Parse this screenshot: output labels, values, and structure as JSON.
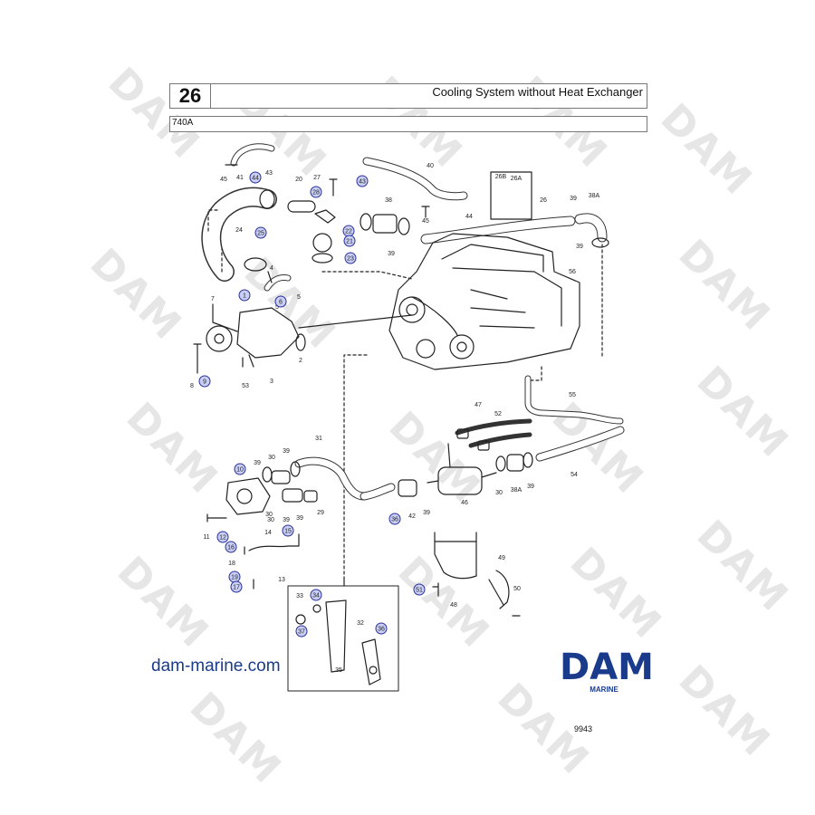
{
  "header": {
    "page_number": "26",
    "title": "Cooling System without Heat Exchanger",
    "model": "740A"
  },
  "watermark": "DAM",
  "footer": {
    "website": "dam-marine.com",
    "logo_text": "DAM",
    "logo_sub": "MARINE",
    "drawing_number": "9943"
  },
  "colors": {
    "brand_blue": "#1a3a8c",
    "callout_fill": "#c9cff5",
    "callout_stroke": "#2a2f9c"
  },
  "parts_plain": [
    {
      "label": "45"
    },
    {
      "label": "41"
    },
    {
      "label": "43"
    },
    {
      "label": "20"
    },
    {
      "label": "27"
    },
    {
      "label": "40"
    },
    {
      "label": "26B"
    },
    {
      "label": "26A"
    },
    {
      "label": "26"
    },
    {
      "label": "39"
    },
    {
      "label": "38A"
    },
    {
      "label": "38"
    },
    {
      "label": "45"
    },
    {
      "label": "44"
    },
    {
      "label": "39"
    },
    {
      "label": "39"
    },
    {
      "label": "24"
    },
    {
      "label": "56"
    },
    {
      "label": "4"
    },
    {
      "label": "5"
    },
    {
      "label": "7"
    },
    {
      "label": "5"
    },
    {
      "label": "8"
    },
    {
      "label": "53"
    },
    {
      "label": "3"
    },
    {
      "label": "2"
    },
    {
      "label": "55"
    },
    {
      "label": "47"
    },
    {
      "label": "52"
    },
    {
      "label": "31"
    },
    {
      "label": "39"
    },
    {
      "label": "30"
    },
    {
      "label": "39"
    },
    {
      "label": "30"
    },
    {
      "label": "39"
    },
    {
      "label": "30"
    },
    {
      "label": "39"
    },
    {
      "label": "29"
    },
    {
      "label": "42"
    },
    {
      "label": "39"
    },
    {
      "label": "46"
    },
    {
      "label": "30"
    },
    {
      "label": "38A"
    },
    {
      "label": "39"
    },
    {
      "label": "54"
    },
    {
      "label": "11"
    },
    {
      "label": "14"
    },
    {
      "label": "18"
    },
    {
      "label": "13"
    },
    {
      "label": "49"
    },
    {
      "label": "48"
    },
    {
      "label": "50"
    },
    {
      "label": "33"
    },
    {
      "label": "32"
    },
    {
      "label": "35"
    }
  ],
  "parts_callout": [
    {
      "label": "44"
    },
    {
      "label": "43"
    },
    {
      "label": "28"
    },
    {
      "label": "25"
    },
    {
      "label": "22"
    },
    {
      "label": "21"
    },
    {
      "label": "23"
    },
    {
      "label": "1"
    },
    {
      "label": "6"
    },
    {
      "label": "9"
    },
    {
      "label": "10"
    },
    {
      "label": "12"
    },
    {
      "label": "15"
    },
    {
      "label": "16"
    },
    {
      "label": "19"
    },
    {
      "label": "17"
    },
    {
      "label": "36"
    },
    {
      "label": "51"
    },
    {
      "label": "34"
    },
    {
      "label": "37"
    },
    {
      "label": "36"
    }
  ]
}
